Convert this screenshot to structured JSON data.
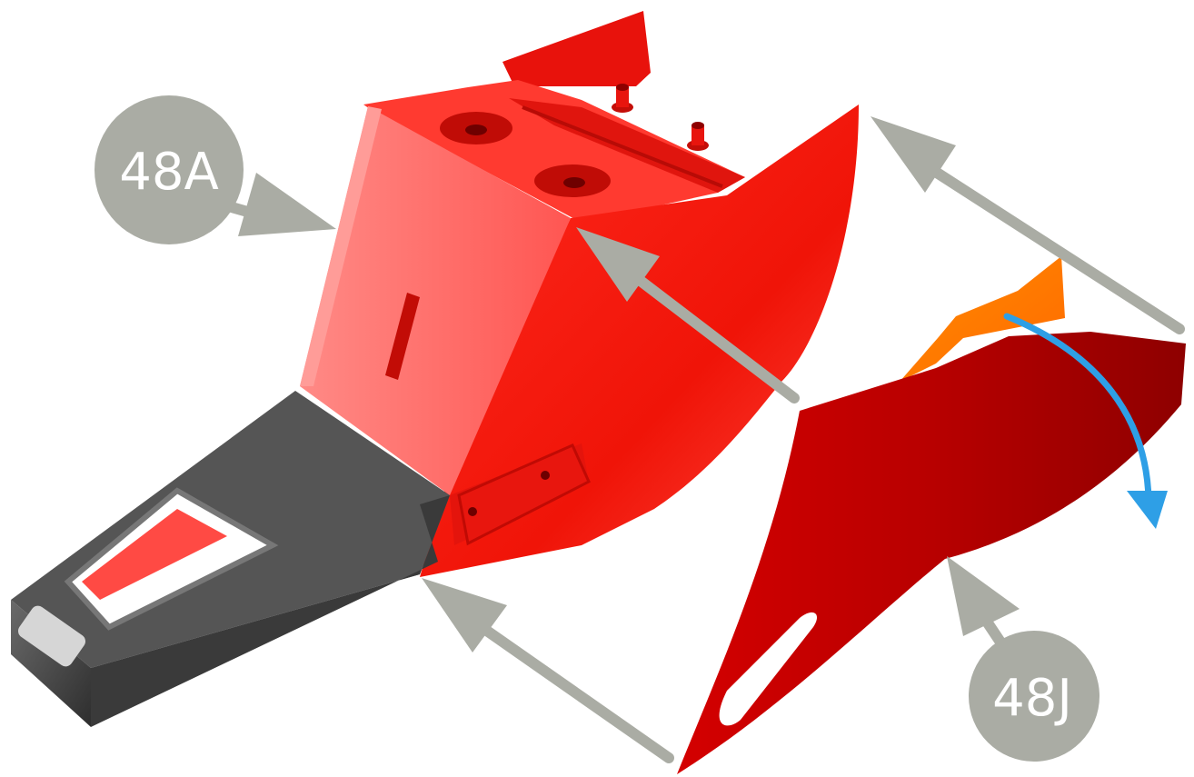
{
  "callouts": [
    {
      "id": "48A",
      "label": "48A"
    },
    {
      "id": "48J",
      "label": "48J"
    }
  ],
  "colors": {
    "callout_fill": "#aaaca4",
    "arrow_gray": "#aaaca4",
    "rotate_arrow": "#2e9fe6",
    "part_red": "#f21a12",
    "part_red_light": "#ff6a66",
    "part_red_dark": "#b00000",
    "tab_orange": "#ff7a00",
    "bracket_gray": "#4a4a4a"
  }
}
